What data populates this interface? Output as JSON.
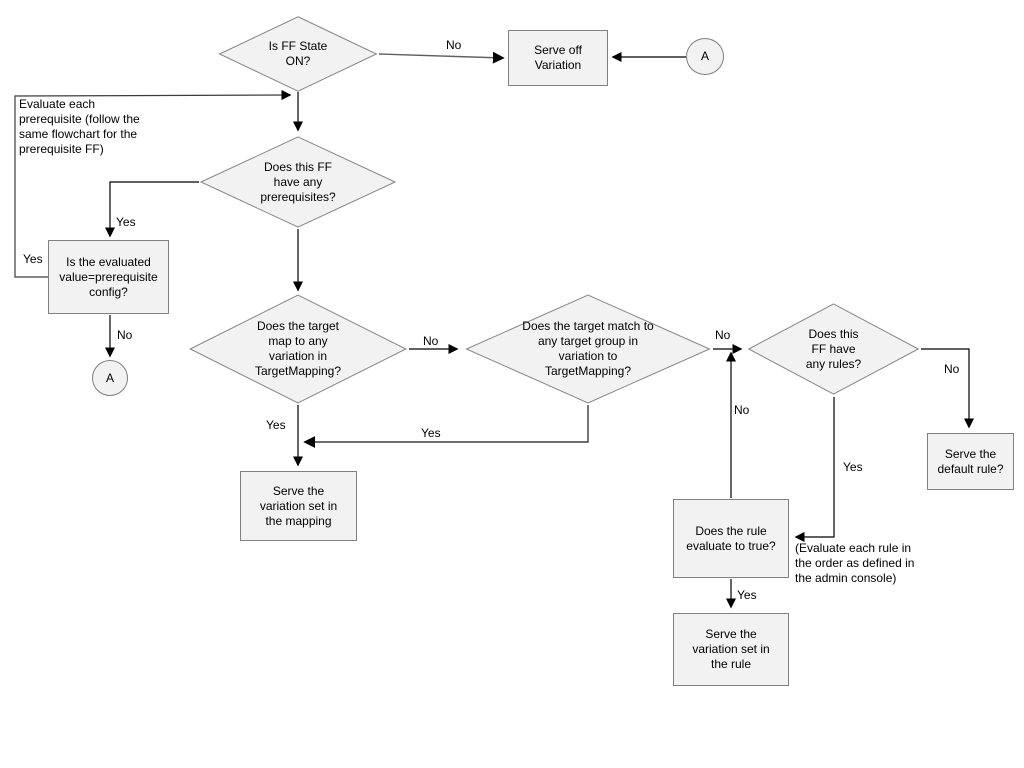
{
  "diagram": {
    "type": "flowchart",
    "colors": {
      "background": "#ffffff",
      "shape_fill": "#f2f2f2",
      "shape_stroke": "#808080",
      "connector": "#000000",
      "connector_gray": "#5f5f5f",
      "text": "#000000"
    },
    "nodes": {
      "ff_state": {
        "type": "decision",
        "label": "Is FF State ON?"
      },
      "serve_off": {
        "type": "process",
        "label": "Serve off Variation"
      },
      "connector_a_top": {
        "type": "connector",
        "label": "A"
      },
      "note_prereq": {
        "type": "annotation",
        "label": "Evaluate each prerequisite (follow the same flowchart for the prerequisite FF)"
      },
      "prereqs": {
        "type": "decision",
        "label": "Does this FF have any prerequisites?"
      },
      "evaluated": {
        "type": "process",
        "label": "Is the evaluated value=prerequisite config?"
      },
      "connector_a_left": {
        "type": "connector",
        "label": "A"
      },
      "target_map": {
        "type": "decision",
        "label": "Does the target map to any variation in TargetMapping?"
      },
      "target_group": {
        "type": "decision",
        "label": "Does the target match to any target group in variation to TargetMapping?"
      },
      "rules": {
        "type": "decision",
        "label": "Does this FF have any rules?"
      },
      "serve_default": {
        "type": "process",
        "label": "Serve the default rule?"
      },
      "serve_mapping": {
        "type": "process",
        "label": "Serve the variation set in the mapping"
      },
      "rule_eval": {
        "type": "process",
        "label": "Does the rule evaluate to true?"
      },
      "note_rules": {
        "type": "annotation",
        "label": "(Evaluate each rule in the order as defined in the admin console)"
      },
      "serve_rule": {
        "type": "process",
        "label": "Serve the variation set in the rule"
      }
    },
    "edge_labels": {
      "no_ff_state": "No",
      "yes_prereqs": "Yes",
      "yes_evaluated": "Yes",
      "no_evaluated": "No",
      "no_target_map": "No",
      "no_target_group": "No",
      "no_rule_eval_loop": "No",
      "no_rules": "No",
      "yes_target_map": "Yes",
      "yes_target_group": "Yes",
      "yes_rules": "Yes",
      "yes_rule_eval": "Yes"
    }
  }
}
